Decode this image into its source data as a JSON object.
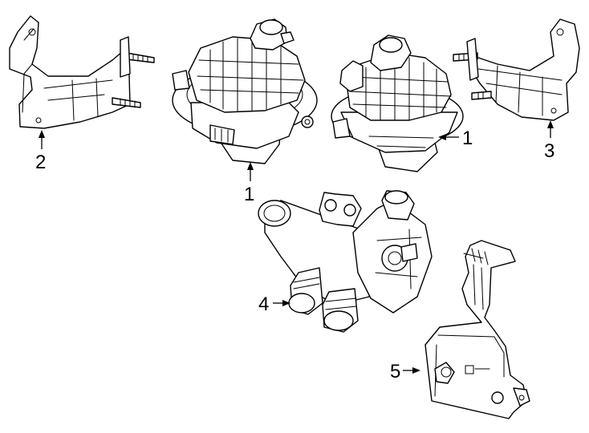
{
  "callouts": [
    {
      "id": "c2",
      "label": "2"
    },
    {
      "id": "c1a",
      "label": "1"
    },
    {
      "id": "c1b",
      "label": "1"
    },
    {
      "id": "c3",
      "label": "3"
    },
    {
      "id": "c4",
      "label": "4"
    },
    {
      "id": "c5",
      "label": "5"
    }
  ]
}
